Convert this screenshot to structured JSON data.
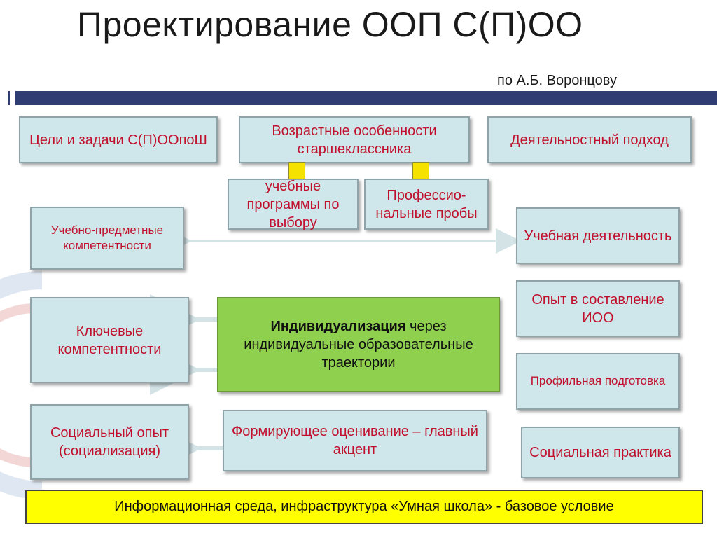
{
  "slide": {
    "title": "Проектирование ООП С(П)ОО",
    "subtitle": "по А.Б. Воронцову"
  },
  "boxes": {
    "goals": "Цели и задачи С(П)ООпоШ",
    "age": "Возрастные особенности старшеклассника",
    "activity_approach": "Деятельностный подход",
    "elective_programs": "учебные программы по выбору",
    "professional_trials": "Профессио-нальные пробы",
    "subject_competencies": "Учебно-предметные компетентности",
    "learning_activity": "Учебная деятельность",
    "iop_experience": "Опыт в составление ИОО",
    "key_competencies": "Ключевые компетентности",
    "center_bold": "Индивидуализация",
    "center_rest": " через индивидуальные образовательные траектории",
    "profile_training": "Профильная подготовка",
    "social_experience": "Социальный опыт (социализация)",
    "formative_assessment": "Формирующее оценивание – главный акцент",
    "social_practice": "Социальная практика"
  },
  "footer": "Информационная среда, инфраструктура «Умная школа» -  базовое условие",
  "colors": {
    "box_fill": "#cfe6ea",
    "box_text": "#c0102c",
    "center_fill": "#8fd14f",
    "footer_fill": "#ffff00",
    "band": "#2f3b73"
  }
}
